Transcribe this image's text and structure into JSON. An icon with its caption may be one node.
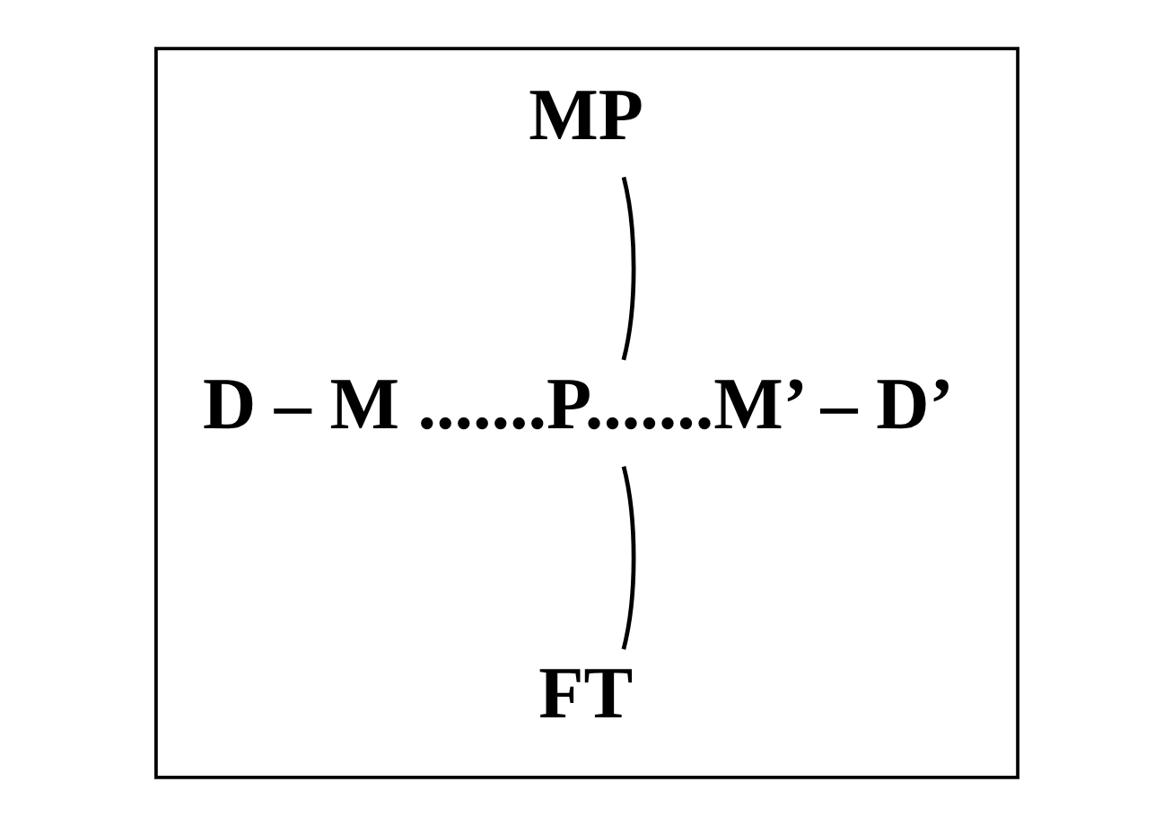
{
  "diagram": {
    "nodes": [
      {
        "text": [],
        "shape": "box"
      },
      {
        "text": [
          "MP"
        ],
        "in": 0
      },
      {
        "text": [
          "D – M .......P.......M’ – D’"
        ],
        "in": 0
      },
      {
        "text": [
          "FT"
        ],
        "in": 0
      }
    ],
    "edges": [
      {
        "from": 1,
        "to": 2,
        "arrow": "none"
      },
      {
        "from": 3,
        "to": 2,
        "arrow": "none"
      }
    ]
  }
}
